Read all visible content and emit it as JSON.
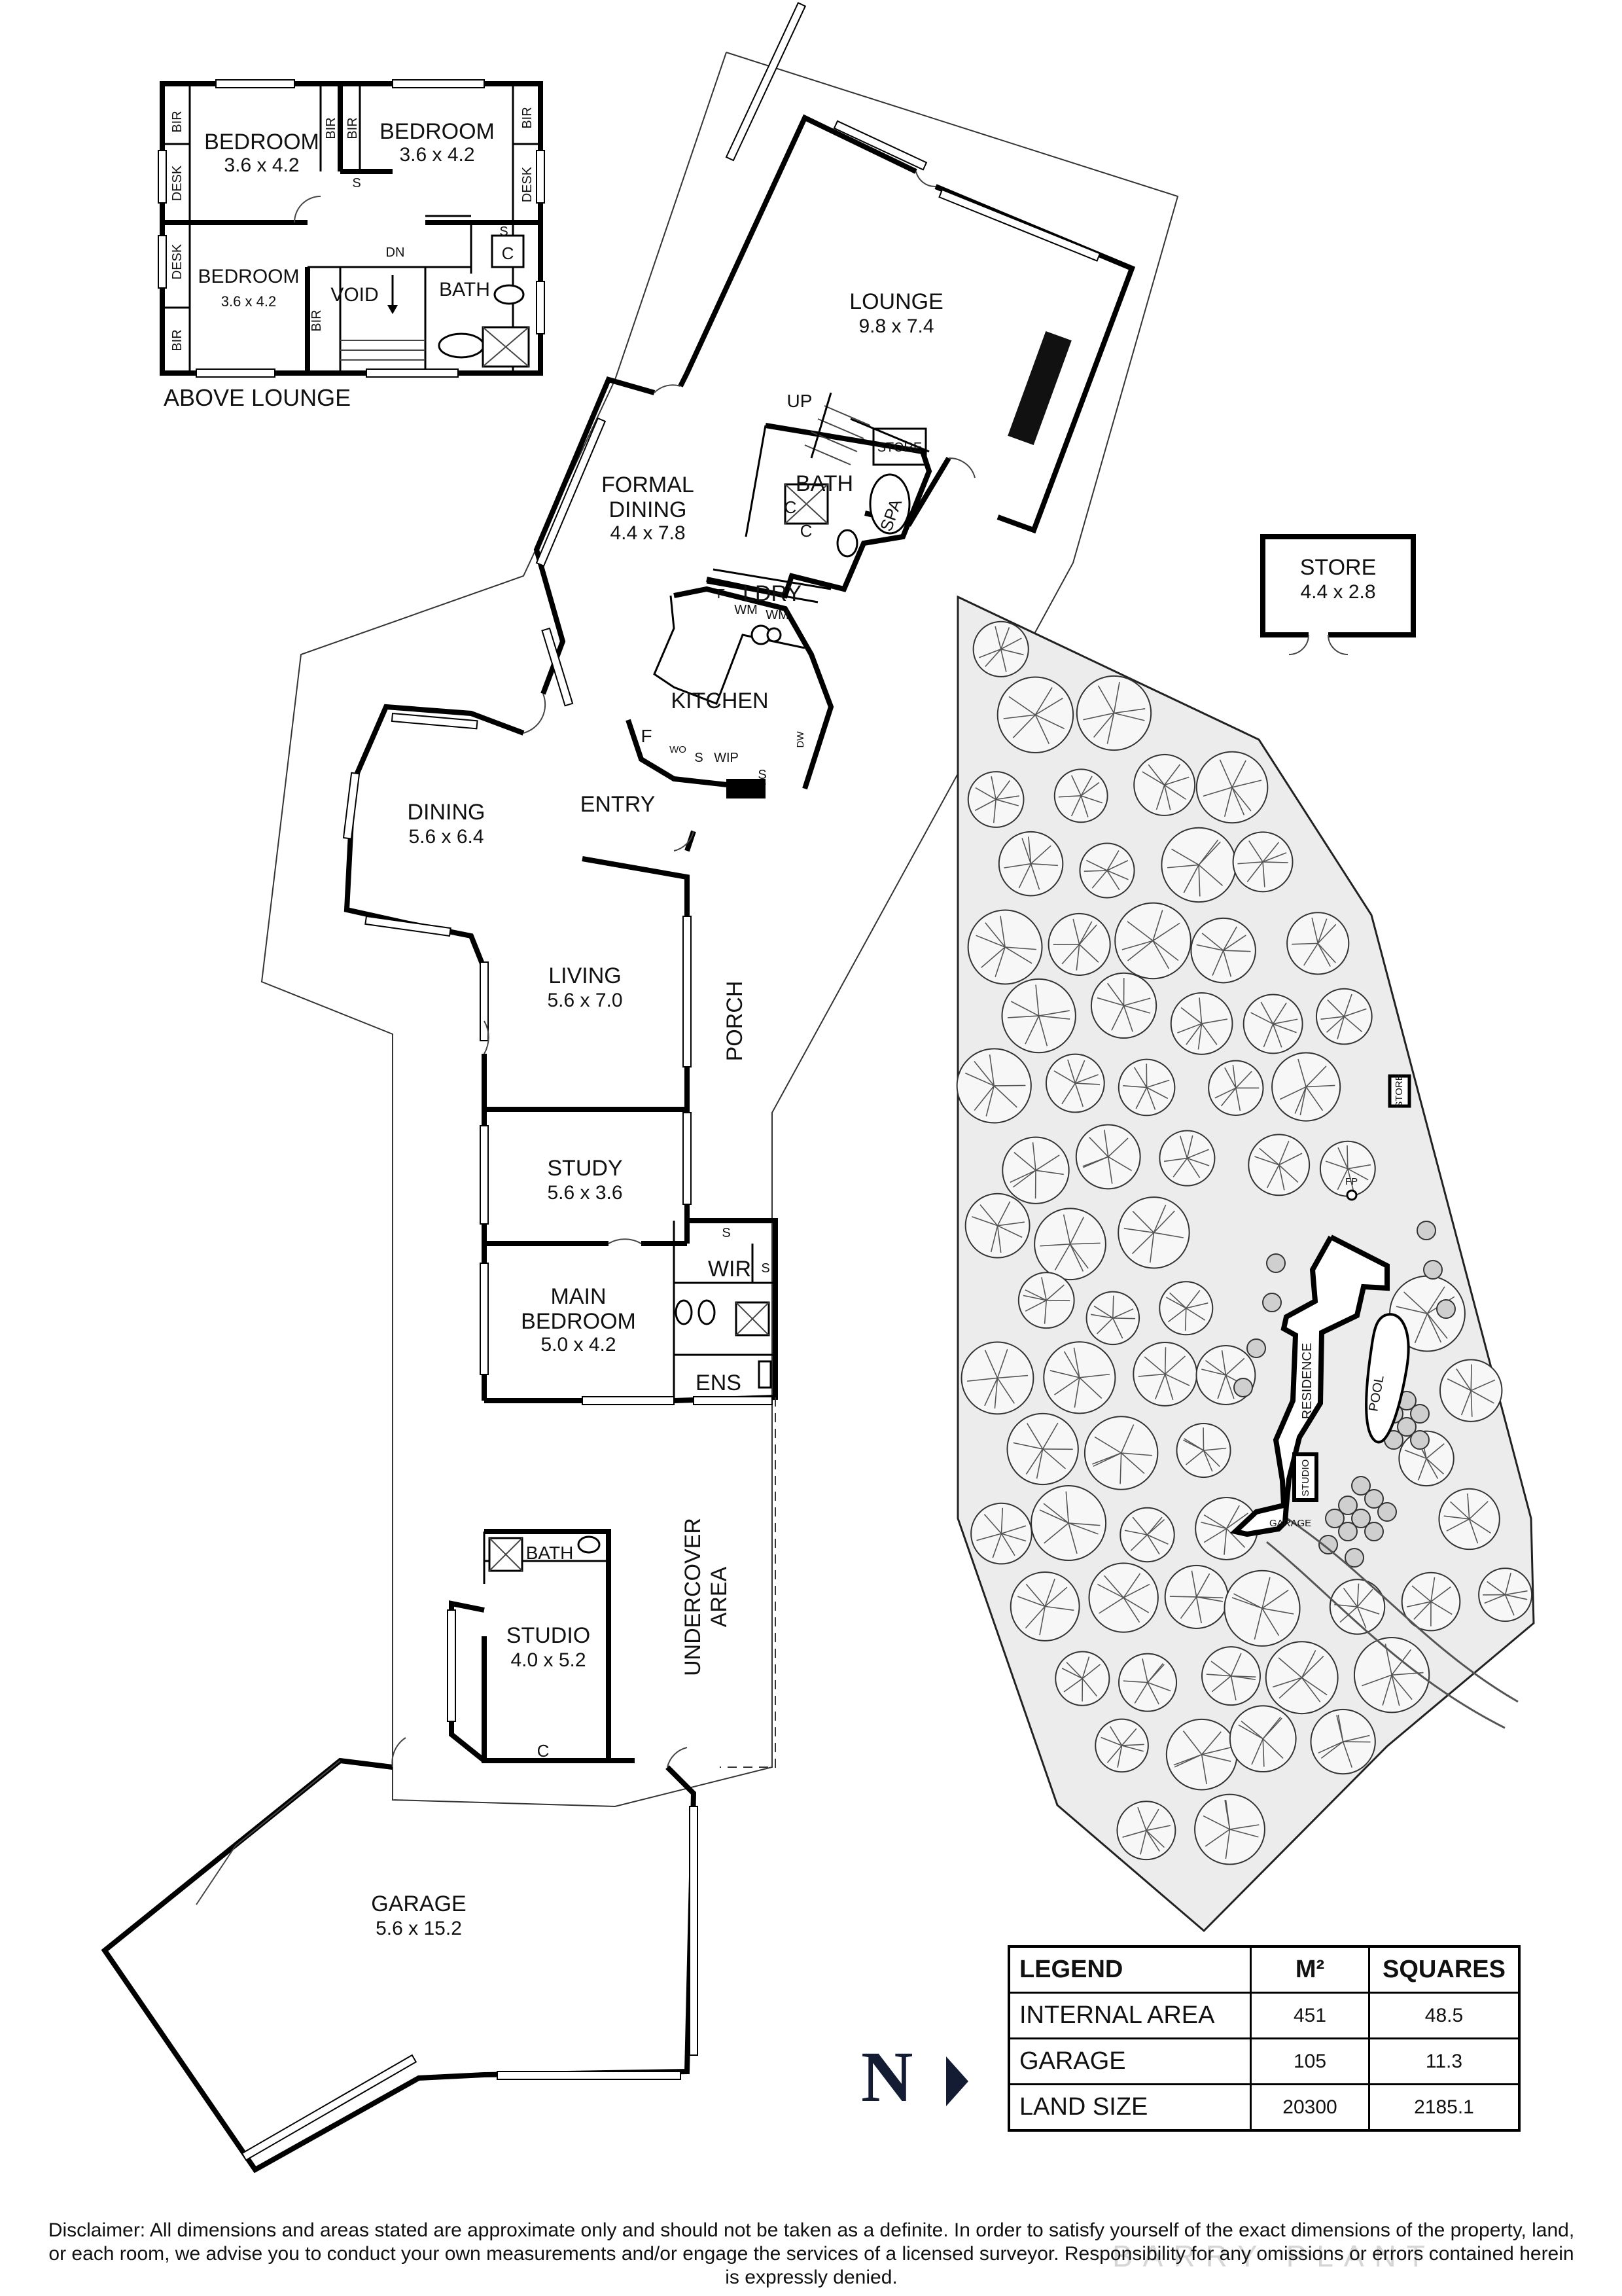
{
  "upper_floor": {
    "caption": "ABOVE LOUNGE",
    "rooms": [
      {
        "name": "BEDROOM",
        "size": "3.6 x 4.2"
      },
      {
        "name": "BEDROOM",
        "size": "3.6 x 4.2"
      },
      {
        "name": "BEDROOM",
        "size": "3.6 x 4.2"
      }
    ],
    "labels": {
      "void": "VOID",
      "bath": "BATH",
      "dn": "DN",
      "bir": "BIR",
      "desk": "DESK",
      "s": "S",
      "c": "C"
    }
  },
  "ground_floor": {
    "rooms": [
      {
        "name": "LOUNGE",
        "size": "9.8 x 7.4"
      },
      {
        "name": "FORMAL",
        "name2": "DINING",
        "size": "4.4 x 7.8"
      },
      {
        "name": "KITCHEN"
      },
      {
        "name": "DINING",
        "size": "5.6 x 6.4"
      },
      {
        "name": "ENTRY"
      },
      {
        "name": "LIVING",
        "size": "5.6 x 7.0"
      },
      {
        "name": "STUDY",
        "size": "5.6 x 3.6"
      },
      {
        "name": "MAIN",
        "name2": "BEDROOM",
        "size": "5.0 x 4.2"
      },
      {
        "name": "STUDIO",
        "size": "4.0 x 5.2"
      },
      {
        "name": "GARAGE",
        "size": "5.6 x 15.2"
      }
    ],
    "labels": {
      "up": "UP",
      "store": "STORE",
      "bath": "BATH",
      "spa": "SPA",
      "fp": "FP",
      "ldry": "LDRY",
      "f": "F",
      "wm": "WM",
      "c": "C",
      "wo": "WO",
      "s": "S",
      "wip": "WIP",
      "dw": "DW",
      "porch": "PORCH",
      "wir": "WIR",
      "ens": "ENS",
      "undercover": "UNDERCOVER",
      "area": "AREA"
    }
  },
  "store_building": {
    "name": "STORE",
    "size": "4.4 x 2.8"
  },
  "site_plan": {
    "labels": {
      "residence": "RESIDENCE",
      "pool": "POOL",
      "garage": "GARAGE",
      "studio": "STUDIO",
      "store": "STORE",
      "fp": "FP"
    },
    "colors": {
      "land": "#ececec",
      "tree_fill": "#f7f7f7"
    }
  },
  "legend": {
    "headers": [
      "LEGEND",
      "M²",
      "SQUARES"
    ],
    "rows": [
      {
        "label": "INTERNAL AREA",
        "m2": "451",
        "squares": "48.5"
      },
      {
        "label": "GARAGE",
        "m2": "105",
        "squares": "11.3"
      },
      {
        "label": "LAND SIZE",
        "m2": "20300",
        "squares": "2185.1"
      }
    ]
  },
  "north": {
    "letter": "N",
    "icon": "north-arrow-icon",
    "color": "#141c33"
  },
  "disclaimer": "Disclaimer: All dimensions and areas stated are approximate only and should not be taken as a definite. In order to satisfy yourself of the exact dimensions of the property, land, or each room, we advise you to conduct your own measurements and/or engage the services of a licensed surveyor. Responsibility for any omissions or errors contained herein is expressly denied.",
  "watermark": "BARRY PLANT"
}
